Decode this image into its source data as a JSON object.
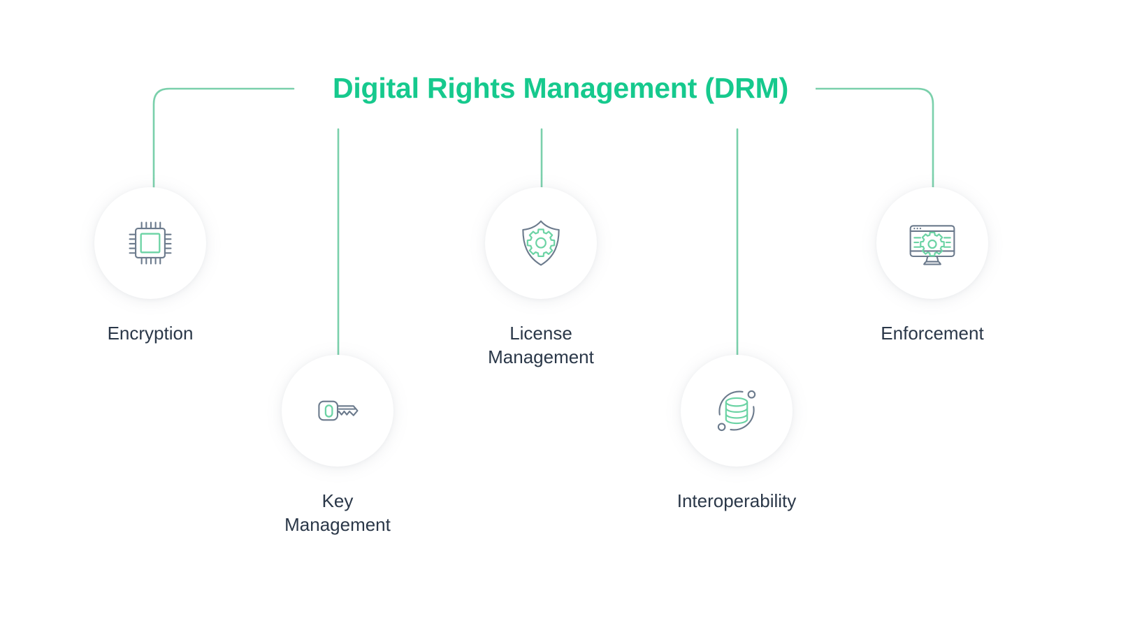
{
  "header": {
    "title": "Digital Rights Management (DRM)"
  },
  "colors": {
    "title_green": "#16c98d",
    "connector_green": "#7ad0ab",
    "icon_green": "#6bd3a4",
    "icon_gray": "#6b7a8c",
    "label_navy": "#2a3748",
    "page_background": "#ffffff",
    "circle_background": "#ffffff"
  },
  "diagram": {
    "type": "bracket-tree",
    "root_label": "Digital Rights Management (DRM)",
    "nodes": [
      {
        "id": "encryption",
        "label": "Encryption",
        "icon": "cpu-chip-icon",
        "row": "top",
        "order": 1
      },
      {
        "id": "key-management",
        "label": "Key\nManagement",
        "icon": "key-icon",
        "row": "bottom",
        "order": 2
      },
      {
        "id": "license-management",
        "label": "License\nManagement",
        "icon": "shield-gear-icon",
        "row": "top",
        "order": 3
      },
      {
        "id": "interoperability",
        "label": "Interoperability",
        "icon": "database-sync-icon",
        "row": "bottom",
        "order": 4
      },
      {
        "id": "enforcement",
        "label": "Enforcement",
        "icon": "monitor-gear-icon",
        "row": "top",
        "order": 5
      }
    ]
  }
}
